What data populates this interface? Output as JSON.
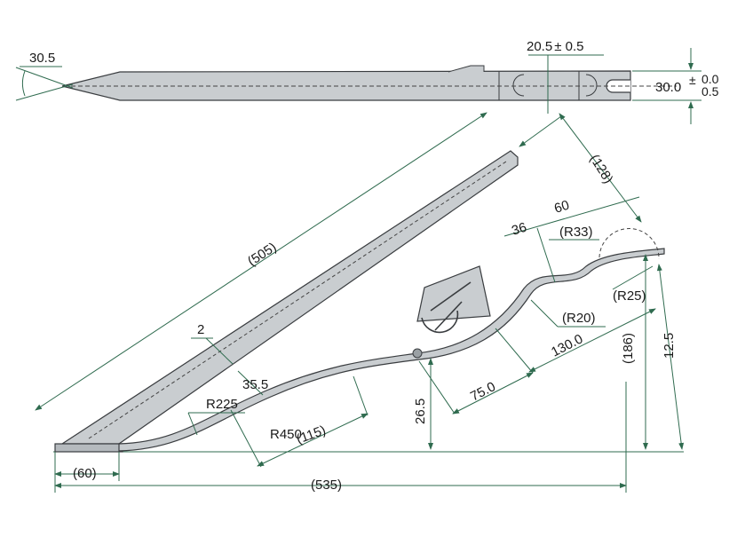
{
  "top_view": {
    "tip_angle": "30.5",
    "slot_width": "20.5",
    "slot_width_tol": "± 0.5",
    "thickness": "30.0",
    "thickness_tol_sign": "±",
    "thickness_tol_upper": "0.0",
    "thickness_tol_lower": "0.5"
  },
  "side_view": {
    "overall_length": "(505)",
    "offset_128": "(128)",
    "dim_60_upper": "60",
    "dim_36": "36",
    "radius_33": "(R33)",
    "radius_20": "(R20)",
    "radius_25": "(R25)",
    "dim_130": "130.0",
    "height_186": "(186)",
    "height_12_5": "12.5",
    "dim_75": "75.0",
    "dim_26_5": "26.5",
    "dim_2": "2",
    "dim_35_5": "35.5",
    "radius_225": "R225",
    "radius_450": "R450",
    "dim_115": "(115)",
    "base_60": "(60)",
    "base_535": "(535)"
  },
  "colors": {
    "metal": "#c9cdd0",
    "outline": "#3a3d40",
    "dimension": "#2f6b4f"
  }
}
